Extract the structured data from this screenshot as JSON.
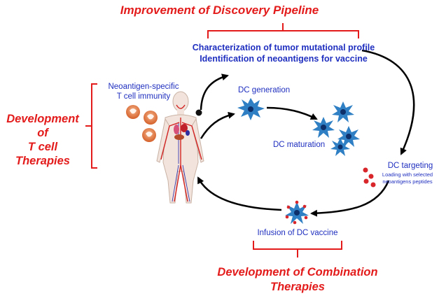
{
  "titles": {
    "discovery": "Improvement of Discovery Pipeline",
    "tcell_line1": "Development of",
    "tcell_line2": "T cell Therapies",
    "combination_line1": "Development of Combination",
    "combination_line2": "Therapies"
  },
  "labels": {
    "characterization": "Characterization of tumor mutational profile",
    "identification": "Identification of neoantigens for vaccine",
    "neoantigen_line1": "Neoantigen-specific",
    "neoantigen_line2": "T cell immunity",
    "dc_generation": "DC  generation",
    "dc_maturation": "DC maturation",
    "dc_targeting": "DC targeting",
    "loading_line1": "Loading with selected",
    "loading_line2": "neoantigens peptides",
    "infusion": "Infusion of DC vaccine"
  },
  "colors": {
    "title_red": "#e31b1b",
    "text_blue": "#1f2fbf",
    "dc_blue": "#2e7fc4",
    "peptide_red": "#d8262b",
    "arrow": "#000000"
  },
  "icons": [
    "human-body-icon",
    "t-cell-icon",
    "dendritic-cell-icon",
    "mature-dendritic-cell-icon",
    "peptide-dots-icon",
    "dc-vaccine-icon"
  ]
}
